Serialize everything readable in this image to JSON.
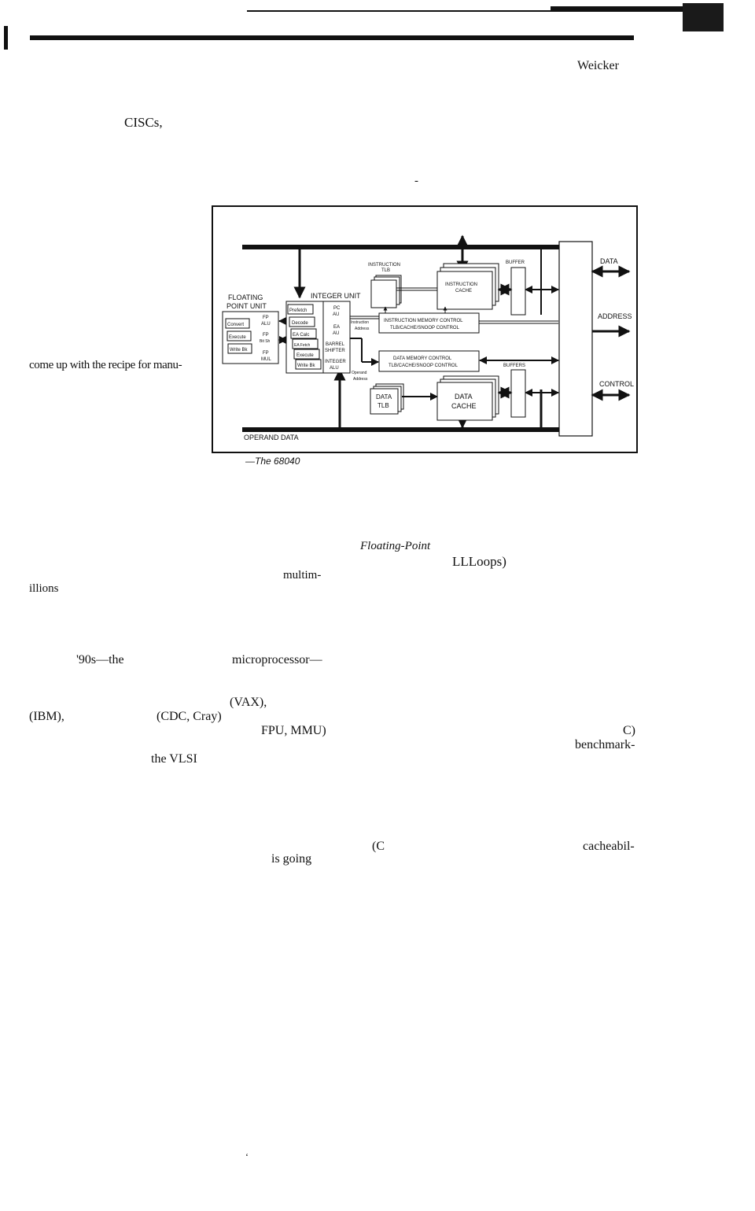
{
  "header": {
    "author": "Weicker"
  },
  "text_fragments": [
    {
      "id": "f1",
      "text": "CISCs,"
    },
    {
      "id": "f2",
      "text": "-"
    },
    {
      "id": "f3",
      "text": "come up with the recipe for manu-"
    },
    {
      "id": "f4",
      "text": "Floating-Point"
    },
    {
      "id": "f5",
      "text": "LLLoops)"
    },
    {
      "id": "f6",
      "text": "multim-"
    },
    {
      "id": "f7",
      "text": "illions"
    },
    {
      "id": "f8",
      "text": "'90s—the"
    },
    {
      "id": "f9",
      "text": "microprocessor—"
    },
    {
      "id": "f10",
      "text": "(VAX),"
    },
    {
      "id": "f11",
      "text": "(IBM),"
    },
    {
      "id": "f12",
      "text": "(CDC, Cray)"
    },
    {
      "id": "f13",
      "text": "FPU, MMU)"
    },
    {
      "id": "f14",
      "text": "C)"
    },
    {
      "id": "f15",
      "text": "benchmark-"
    },
    {
      "id": "f16",
      "text": "the VLSI"
    },
    {
      "id": "f17",
      "text": "(C"
    },
    {
      "id": "f18",
      "text": "cacheabil-"
    },
    {
      "id": "f19",
      "text": "is going"
    }
  ],
  "figure": {
    "caption": "—The 68040",
    "labels": {
      "fpu": "FLOATING\nPOINT UNIT",
      "fpu_title_1": "FLOATING",
      "fpu_title_2": "POINT UNIT",
      "integer_unit": "INTEGER UNIT",
      "convert": "Convert",
      "execute_fp": "Execute",
      "write_bk_fp": "Write Bk",
      "fp_alu_1": "FP",
      "fp_alu_2": "ALU",
      "fp_bitsh_1": "FP",
      "fp_bitsh_2": "Bit Sh",
      "fp_mul_1": "FP",
      "fp_mul_2": "MUL",
      "prefetch": "Prefetch",
      "decode": "Decode",
      "ea_calc": "EA Calc",
      "ea_fetch": "EA Fetch",
      "execute_int": "Execute",
      "write_bk_int": "Write Bk",
      "pc_au_1": "PC",
      "pc_au_2": "AU",
      "ea_au_1": "EA",
      "ea_au_2": "AU",
      "barrel_1": "BARREL",
      "barrel_2": "SHIFTER",
      "int_alu_1": "INTEGER",
      "int_alu_2": "ALU",
      "instr_tlb_1": "INSTRUCTION",
      "instr_tlb_2": "TLB",
      "instr_cache_1": "INSTRUCTION",
      "instr_cache_2": "CACHE",
      "buffer": "BUFFER",
      "buffers": "BUFFERS",
      "instr_mem_ctrl_1": "INSTRUCTION MEMORY CONTROL",
      "instr_mem_ctrl_2": "TLB/CACHE/SNOOP CONTROL",
      "data_mem_ctrl_1": "DATA MEMORY CONTROL",
      "data_mem_ctrl_2": "TLB/CACHE/SNOOP CONTROL",
      "instruction_address_1": "Instruction",
      "instruction_address_2": "Address",
      "operand_address_1": "Operand",
      "operand_address_2": "Address",
      "data_tlb_1": "DATA",
      "data_tlb_2": "TLB",
      "data_cache_1": "DATA",
      "data_cache_2": "CACHE",
      "data": "DATA",
      "address": "ADDRESS",
      "control": "CONTROL",
      "operand_data": "OPERAND DATA"
    }
  },
  "footer": {
    "mark": "‘"
  }
}
